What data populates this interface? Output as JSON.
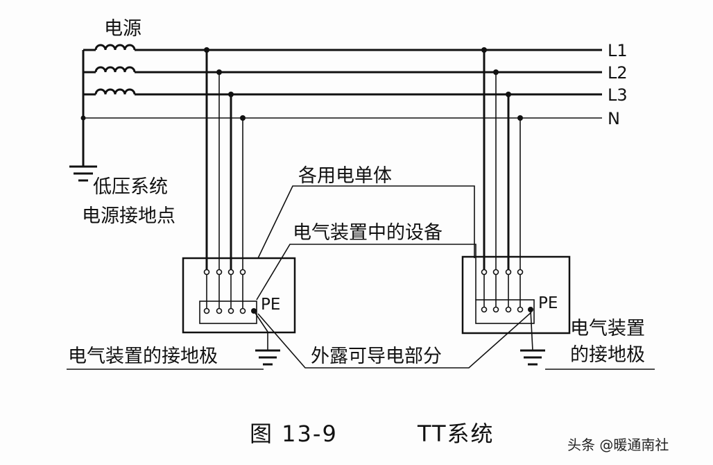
{
  "labels": {
    "source": "电源",
    "line_l1": "L1",
    "line_l2": "L2",
    "line_l3": "L3",
    "line_n": "N",
    "source_ground_1": "低压系统",
    "source_ground_2": "电源接地点",
    "device_unit": "各用电单体",
    "device_equipment": "电气装置中的设备",
    "pe_left": "PE",
    "pe_right": "PE",
    "ground_left": "电气装置的接地极",
    "ground_right_1": "电气装置",
    "ground_right_2": "的接地极",
    "exposed_parts": "外露可导电部分"
  },
  "caption": {
    "figure": "图 13-9",
    "system": "TT系统"
  },
  "watermark": "头条 @暖通南社"
}
